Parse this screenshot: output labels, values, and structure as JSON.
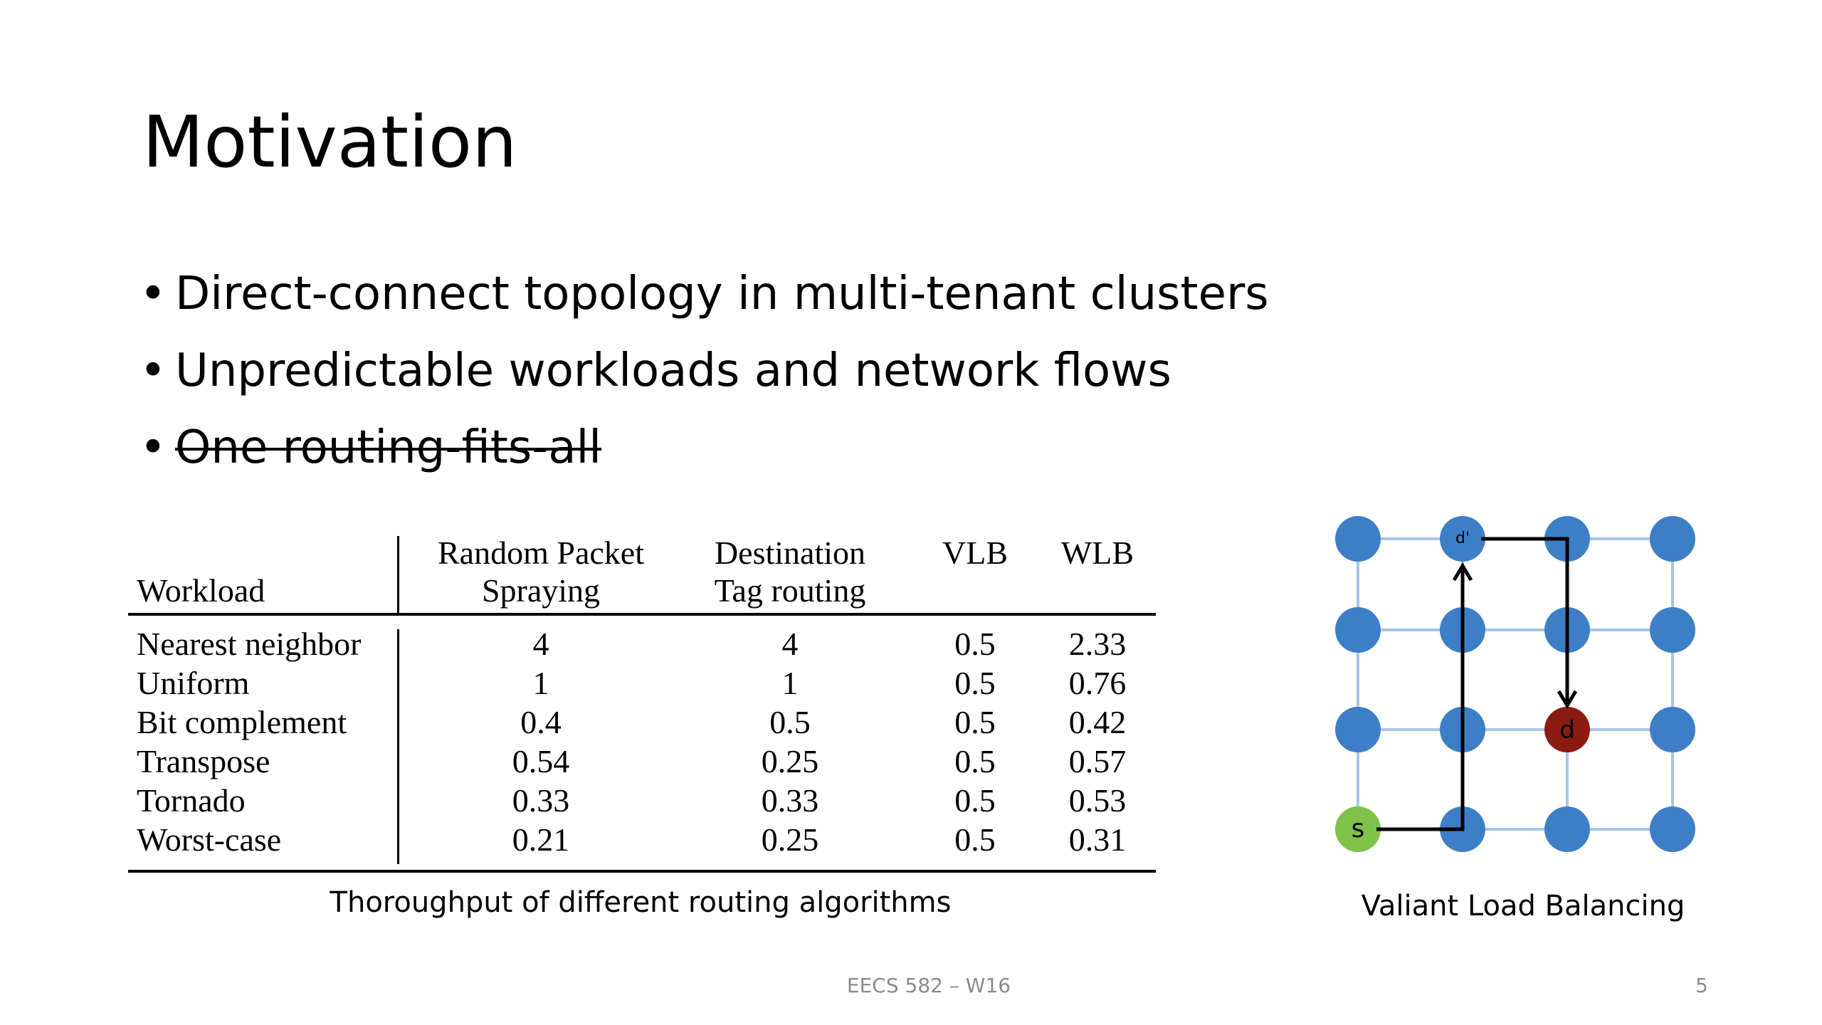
{
  "slide": {
    "title": "Motivation",
    "bullets": [
      {
        "text": "Direct-connect topology in multi-tenant clusters",
        "struck": false
      },
      {
        "text": "Unpredictable workloads and network flows",
        "struck": false
      },
      {
        "text": "One routing-fits-all",
        "struck": true
      }
    ],
    "bullet_glyph": "•"
  },
  "table": {
    "headers": {
      "workload": "Workload",
      "rps_line1": "Random Packet",
      "rps_line2": "Spraying",
      "dt_line1": "Destination",
      "dt_line2": "Tag routing",
      "vlb": "VLB",
      "wlb": "WLB"
    },
    "rows": [
      {
        "workload": "Nearest neighbor",
        "rps": "4",
        "dt": "4",
        "vlb": "0.5",
        "wlb": "2.33"
      },
      {
        "workload": "Uniform",
        "rps": "1",
        "dt": "1",
        "vlb": "0.5",
        "wlb": "0.76"
      },
      {
        "workload": "Bit complement",
        "rps": "0.4",
        "dt": "0.5",
        "vlb": "0.5",
        "wlb": "0.42"
      },
      {
        "workload": "Transpose",
        "rps": "0.54",
        "dt": "0.25",
        "vlb": "0.5",
        "wlb": "0.57"
      },
      {
        "workload": "Tornado",
        "rps": "0.33",
        "dt": "0.33",
        "vlb": "0.5",
        "wlb": "0.53"
      },
      {
        "workload": "Worst-case",
        "rps": "0.21",
        "dt": "0.25",
        "vlb": "0.5",
        "wlb": "0.31"
      }
    ],
    "caption": "Thoroughput of different routing algorithms"
  },
  "diagram": {
    "caption": "Valiant Load Balancing",
    "source_label": "s",
    "intermediate_label": "d'",
    "dest_label": "d",
    "colors": {
      "node": "#3d7fc6",
      "edge": "#a9c4e6",
      "source": "#7fc24a",
      "dest": "#8b1a12",
      "path": "#000000"
    }
  },
  "footer": {
    "course": "EECS 582 – W16",
    "page": "5"
  }
}
